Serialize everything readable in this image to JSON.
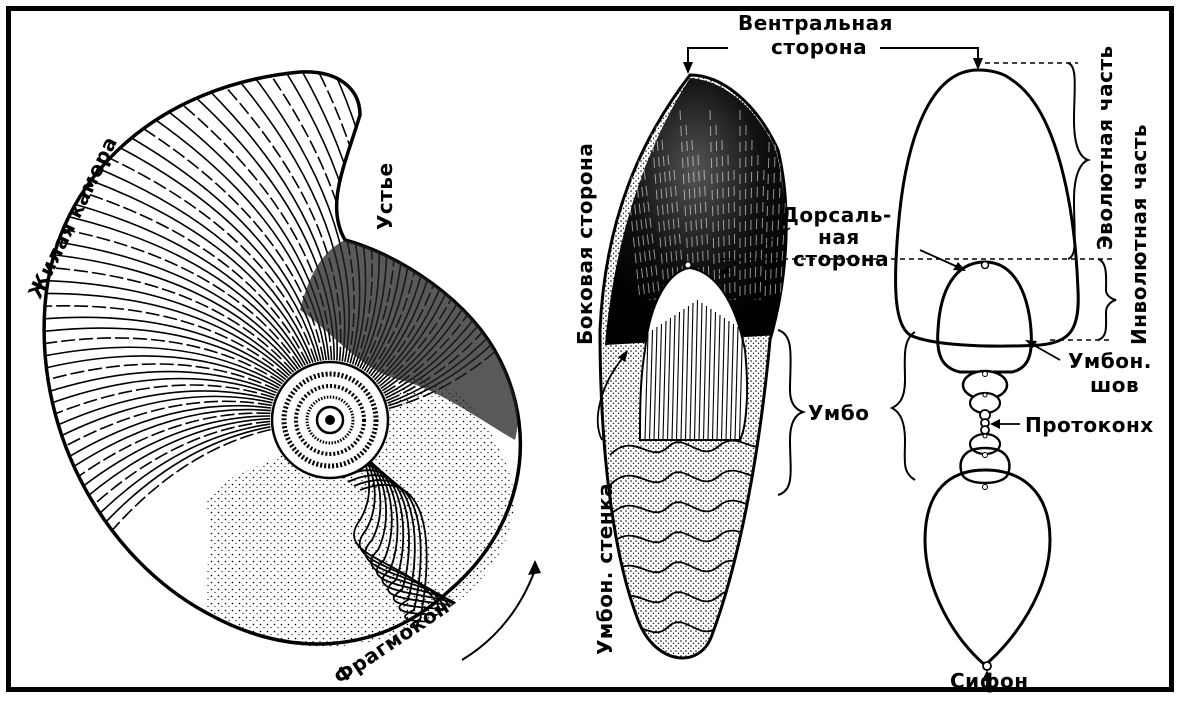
{
  "labels": {
    "zhilaya_kamera": "Жилая камера",
    "ustye": "Устье",
    "fragmokon": "Фрагмокон",
    "bokovaya_storona": "Боковая сторона",
    "umbon_stenka": "Умбон. стенка",
    "ventralnaya_1": "Вентральная",
    "ventralnaya_2": "сторона",
    "dorsalnaya_1": "Дорсаль-",
    "dorsalnaya_2": "ная",
    "dorsalnaya_3": "сторона",
    "umbo": "Умбо",
    "evolyutnaya": "Эволютная часть",
    "involyutnaya": "Инволютная часть",
    "umbon_shov_1": "Умбон.",
    "umbon_shov_2": "шов",
    "protokonkh": "Протоконх",
    "sifon": "Сифон"
  }
}
